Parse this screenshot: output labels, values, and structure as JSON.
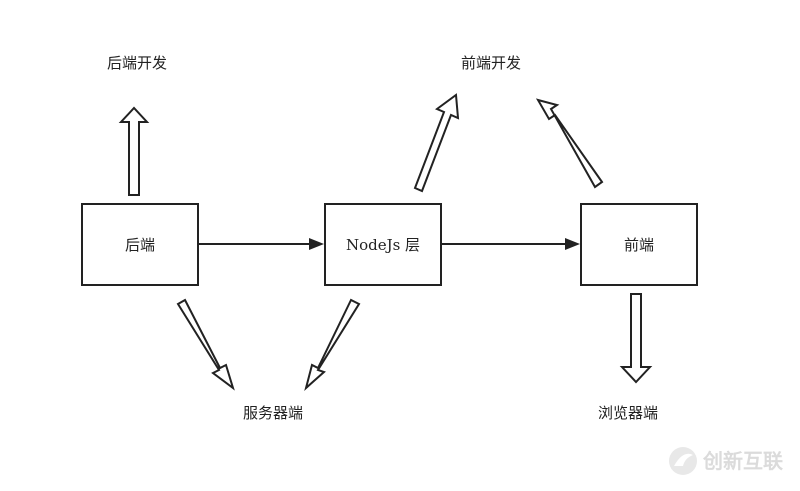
{
  "labels": {
    "top_left": "后端开发",
    "top_right": "前端开发",
    "bottom_left": "服务器端",
    "bottom_right": "浏览器端"
  },
  "nodes": {
    "backend": "后端",
    "nodejs": "NodeJs 层",
    "frontend": "前端"
  },
  "watermark": {
    "text": "创新互联",
    "color": "#d8d8d8"
  },
  "colors": {
    "stroke": "#222222",
    "background": "#ffffff"
  }
}
